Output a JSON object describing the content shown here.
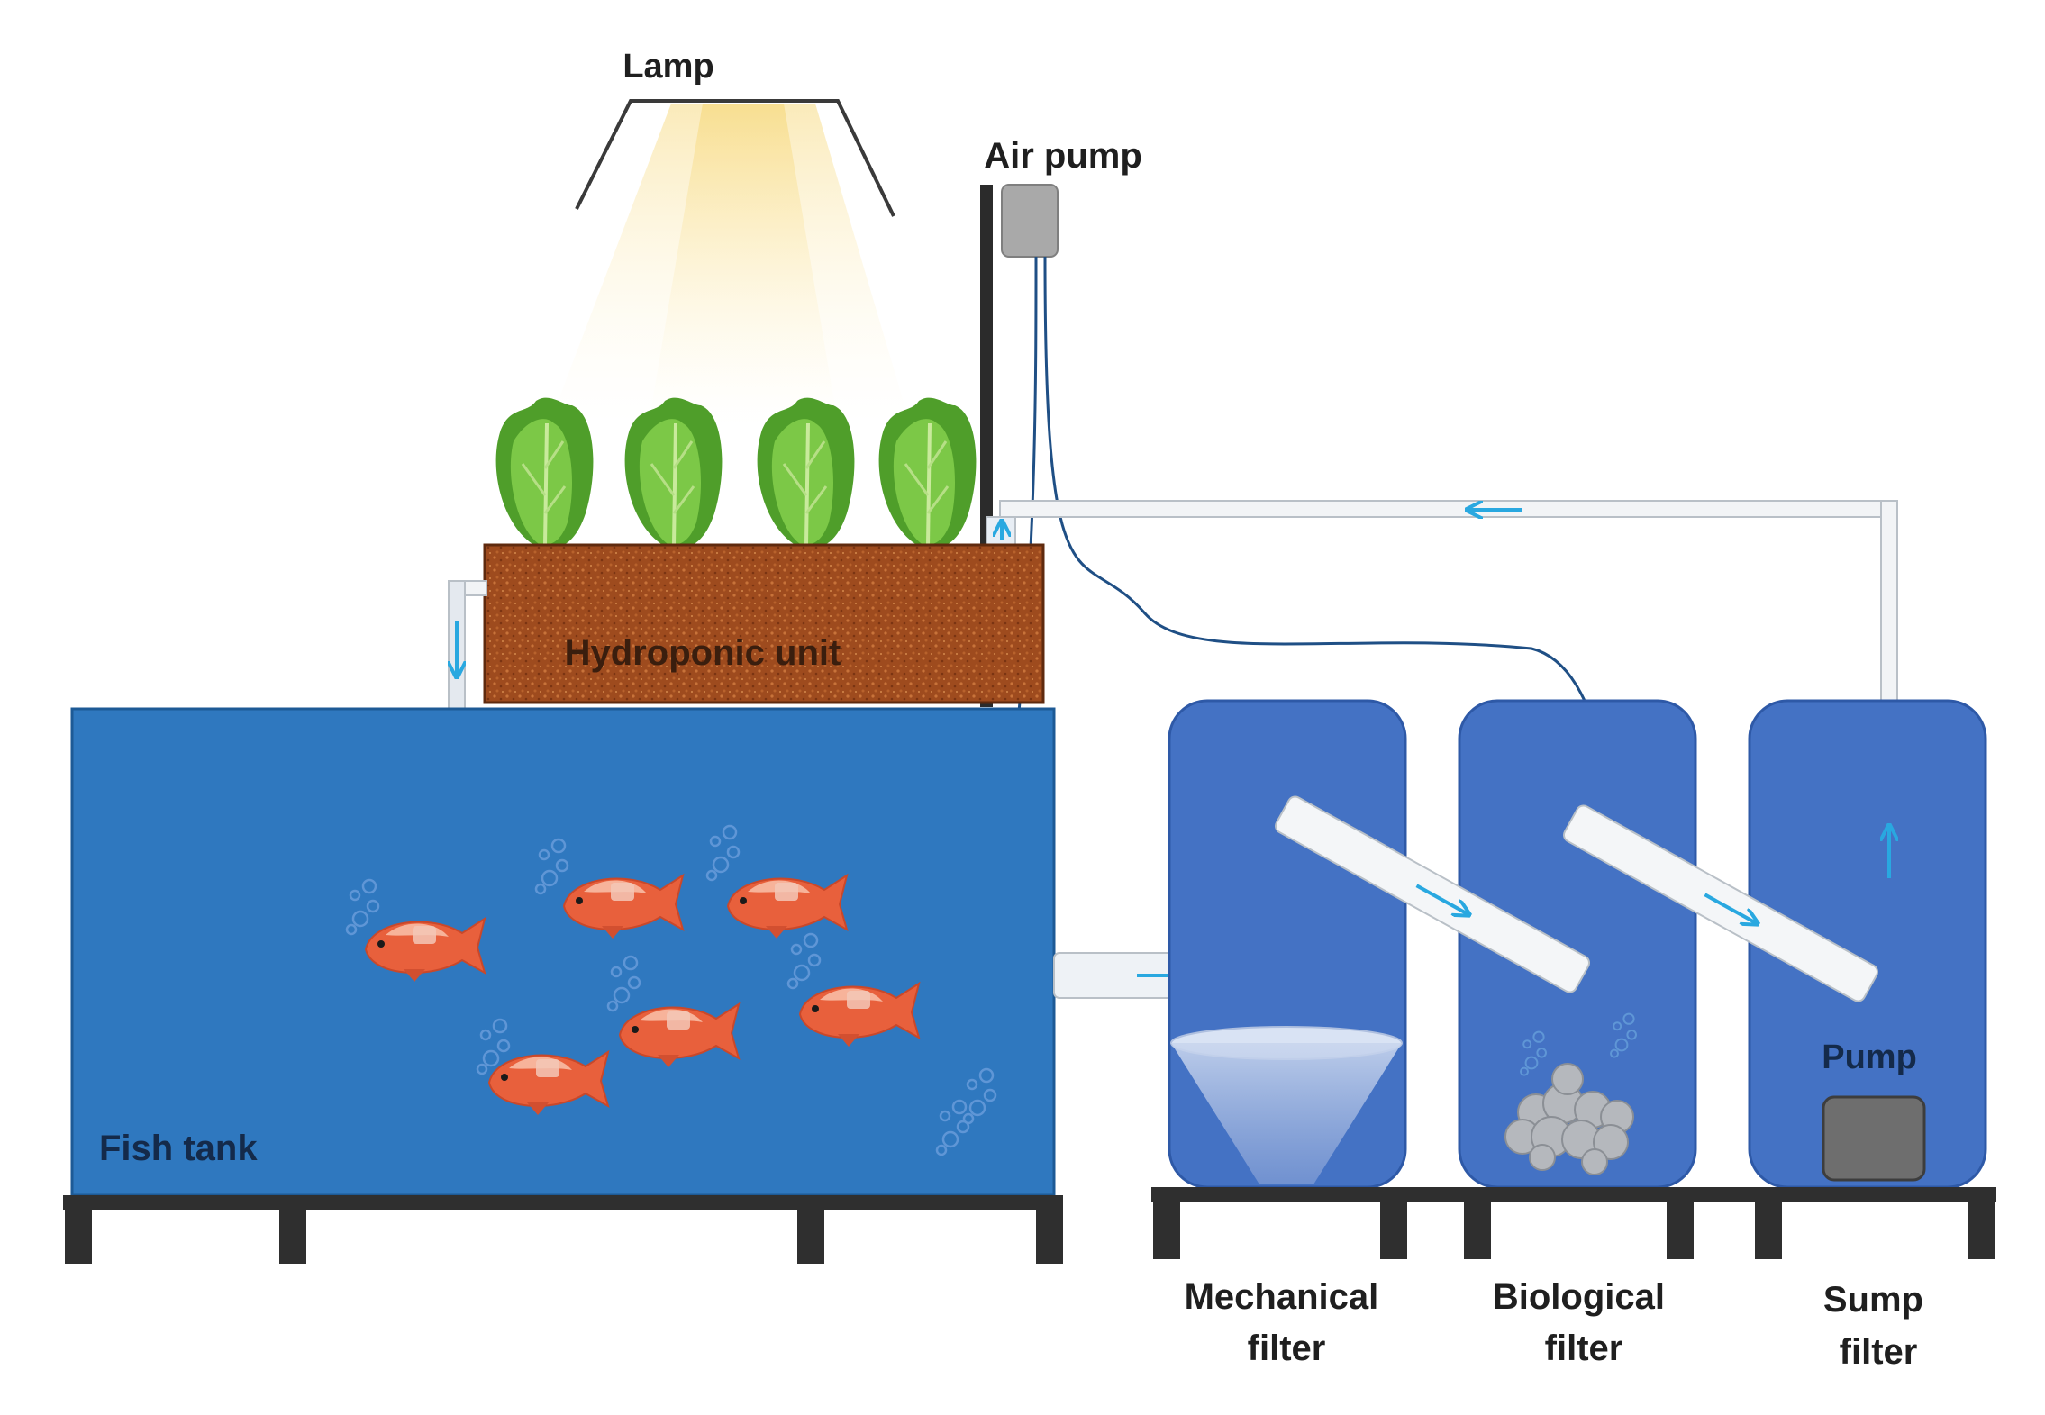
{
  "labels": {
    "lamp": "Lamp",
    "air_pump": "Air pump",
    "hydroponic_unit": "Hydroponic unit",
    "fish_tank": "Fish tank",
    "pump": "Pump",
    "mechanical_filter": [
      "Mechanical",
      "filter"
    ],
    "biological_filter": [
      "Biological",
      "filter"
    ],
    "sump_filter": [
      "Sump",
      "filter"
    ]
  },
  "colors": {
    "water": "#2f78bf",
    "filter_tank": "#4472c4",
    "soil": "#9c4a20",
    "pipe": "#f2f4f6",
    "flow_arrow": "#29a8e0",
    "stand": "#333333",
    "fish": "#e8603c",
    "lettuce": "#6cbf3a"
  },
  "icons": [
    "lamp-icon",
    "lettuce-icon",
    "fish-icon",
    "funnel-icon",
    "bio-media-icon",
    "pump-icon",
    "air-pump-icon",
    "bubbles-icon"
  ]
}
